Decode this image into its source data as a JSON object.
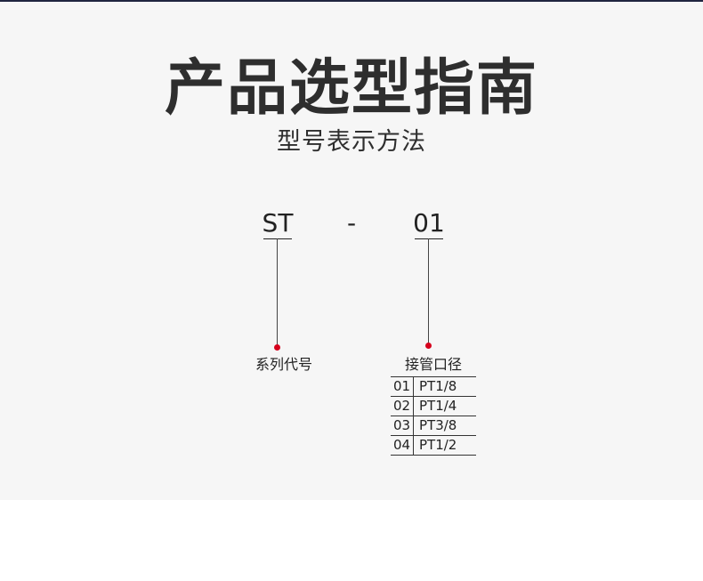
{
  "title": "产品选型指南",
  "subtitle": "型号表示方法",
  "model_code": {
    "series": "ST",
    "separator": "-",
    "size": "01"
  },
  "labels": {
    "series": "系列代号",
    "port": "接管口径"
  },
  "port_table": {
    "rows": [
      {
        "code": "01",
        "thread": "PT1/8"
      },
      {
        "code": "02",
        "thread": "PT1/4"
      },
      {
        "code": "03",
        "thread": "PT3/8"
      },
      {
        "code": "04",
        "thread": "PT1/2"
      }
    ]
  },
  "colors": {
    "panel_background": "#f6f6f6",
    "marker_dot": "#d6001c",
    "top_line": "#1f2440"
  }
}
